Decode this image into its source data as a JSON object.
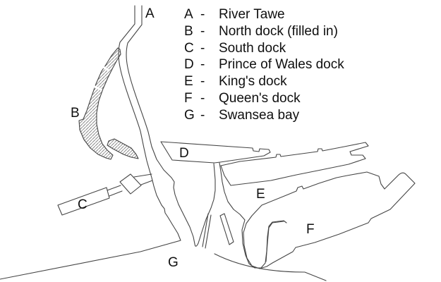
{
  "colors": {
    "line": "#454545",
    "text": "#0f0f0f",
    "hatch": "#7d7d7d",
    "background": "#ffffff"
  },
  "legend": {
    "separator": "-",
    "items": [
      {
        "key": "A",
        "name": "River Tawe"
      },
      {
        "key": "B",
        "name": "North dock (filled in)"
      },
      {
        "key": "C",
        "name": "South dock"
      },
      {
        "key": "D",
        "name": "Prince of Wales dock"
      },
      {
        "key": "E",
        "name": "King's dock"
      },
      {
        "key": "F",
        "name": "Queen's dock"
      },
      {
        "key": "G",
        "name": "Swansea bay"
      }
    ]
  },
  "map": {
    "labels": [
      {
        "letter": "A"
      },
      {
        "letter": "B"
      },
      {
        "letter": "C"
      },
      {
        "letter": "D"
      },
      {
        "letter": "E"
      },
      {
        "letter": "F"
      },
      {
        "letter": "G"
      }
    ]
  }
}
